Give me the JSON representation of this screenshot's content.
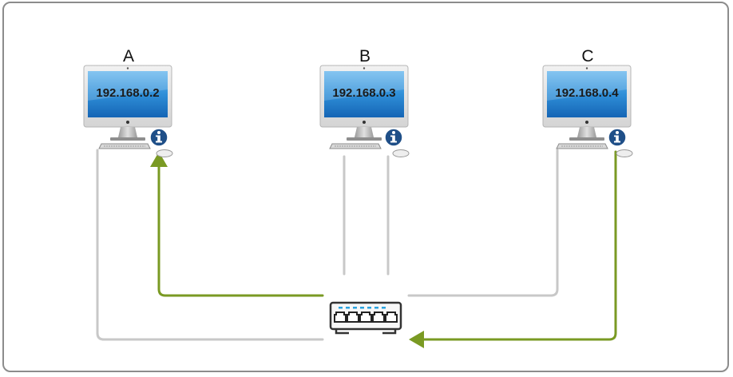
{
  "hosts": [
    {
      "label": "A",
      "ip": "192.168.0.2",
      "icon": "info-icon"
    },
    {
      "label": "B",
      "ip": "192.168.0.3",
      "icon": "info-icon"
    },
    {
      "label": "C",
      "ip": "192.168.0.4",
      "icon": "info-icon"
    }
  ],
  "device": {
    "icon": "network-switch-icon"
  },
  "colors": {
    "frame": "#8c8c8c",
    "cable": "#c8c8c8",
    "traffic": "#7a9a23",
    "info_badge": "#1f4f88",
    "screen": "#1f77c8"
  }
}
